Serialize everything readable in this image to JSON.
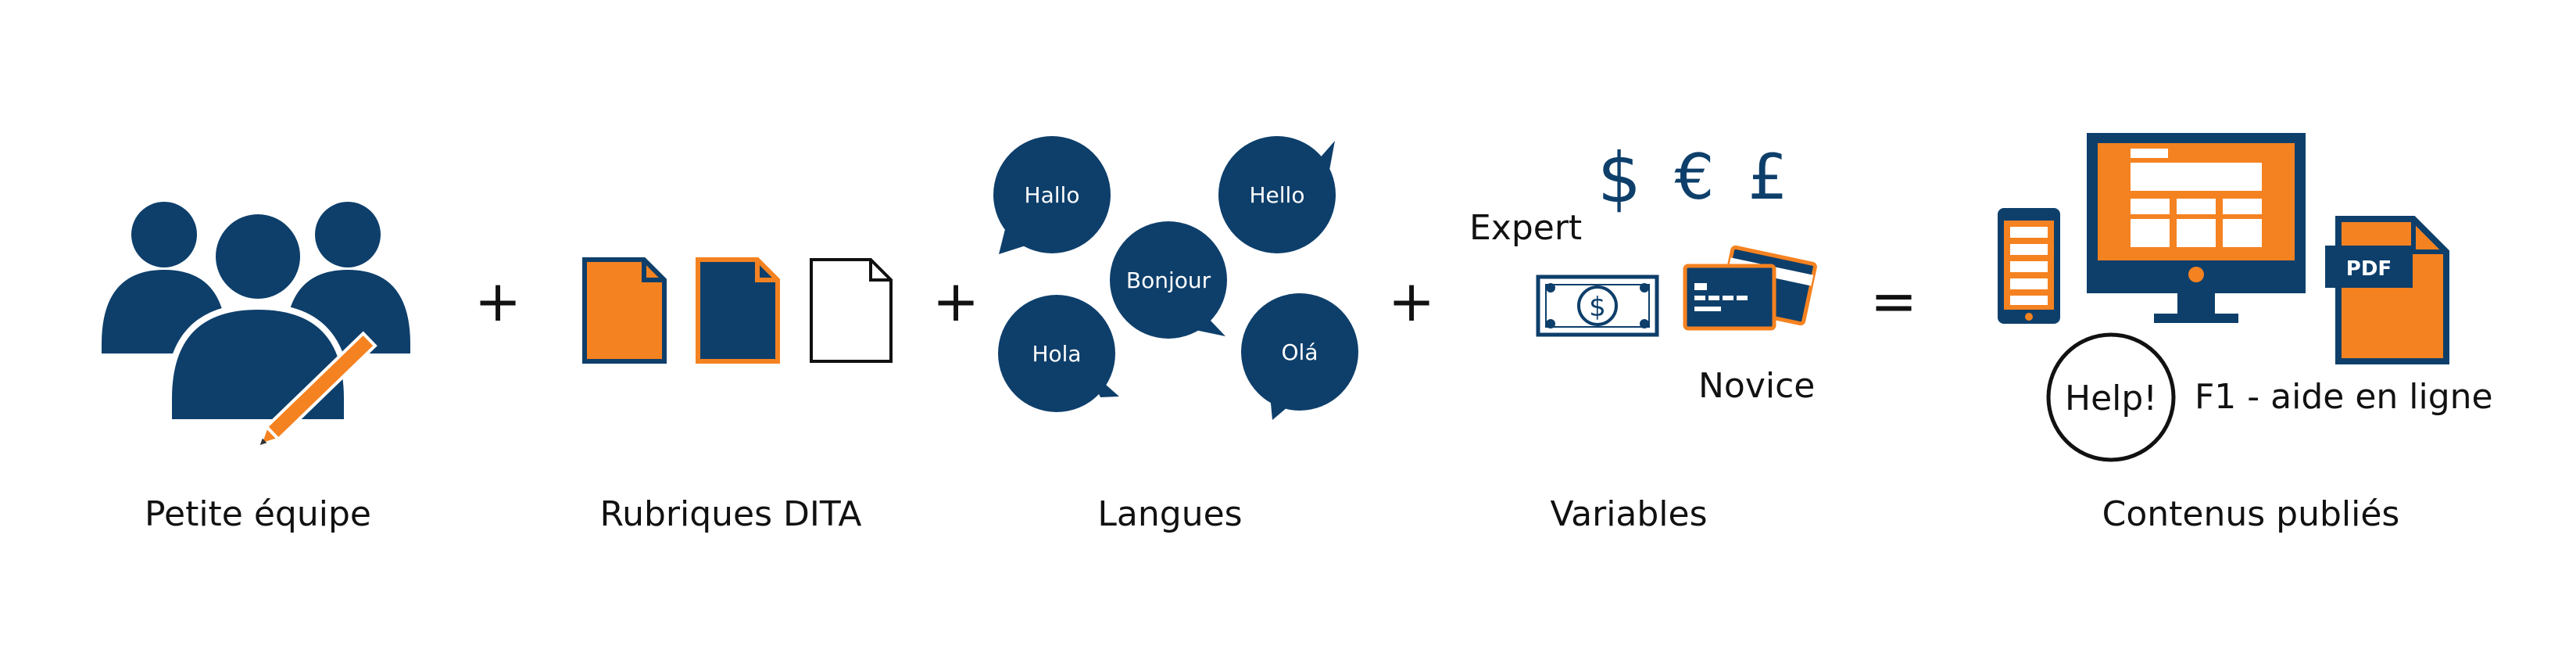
{
  "colors": {
    "navy": "#0e3f6b",
    "orange": "#f58220",
    "black": "#111111",
    "white": "#ffffff"
  },
  "operators": {
    "plus": "+",
    "equals": "="
  },
  "team": {
    "label": "Petite équipe"
  },
  "topics": {
    "label": "Rubriques DITA"
  },
  "languages": {
    "label": "Langues",
    "bubbles": [
      "Hallo",
      "Hello",
      "Bonjour",
      "Hola",
      "Olá"
    ]
  },
  "variables": {
    "label": "Variables",
    "currencies": [
      "$",
      "€",
      "£"
    ],
    "expert": "Expert",
    "novice": "Novice"
  },
  "published": {
    "label": "Contenus publiés",
    "pdf": "PDF",
    "help": "Help!",
    "online_help": "F1 - aide en ligne"
  }
}
